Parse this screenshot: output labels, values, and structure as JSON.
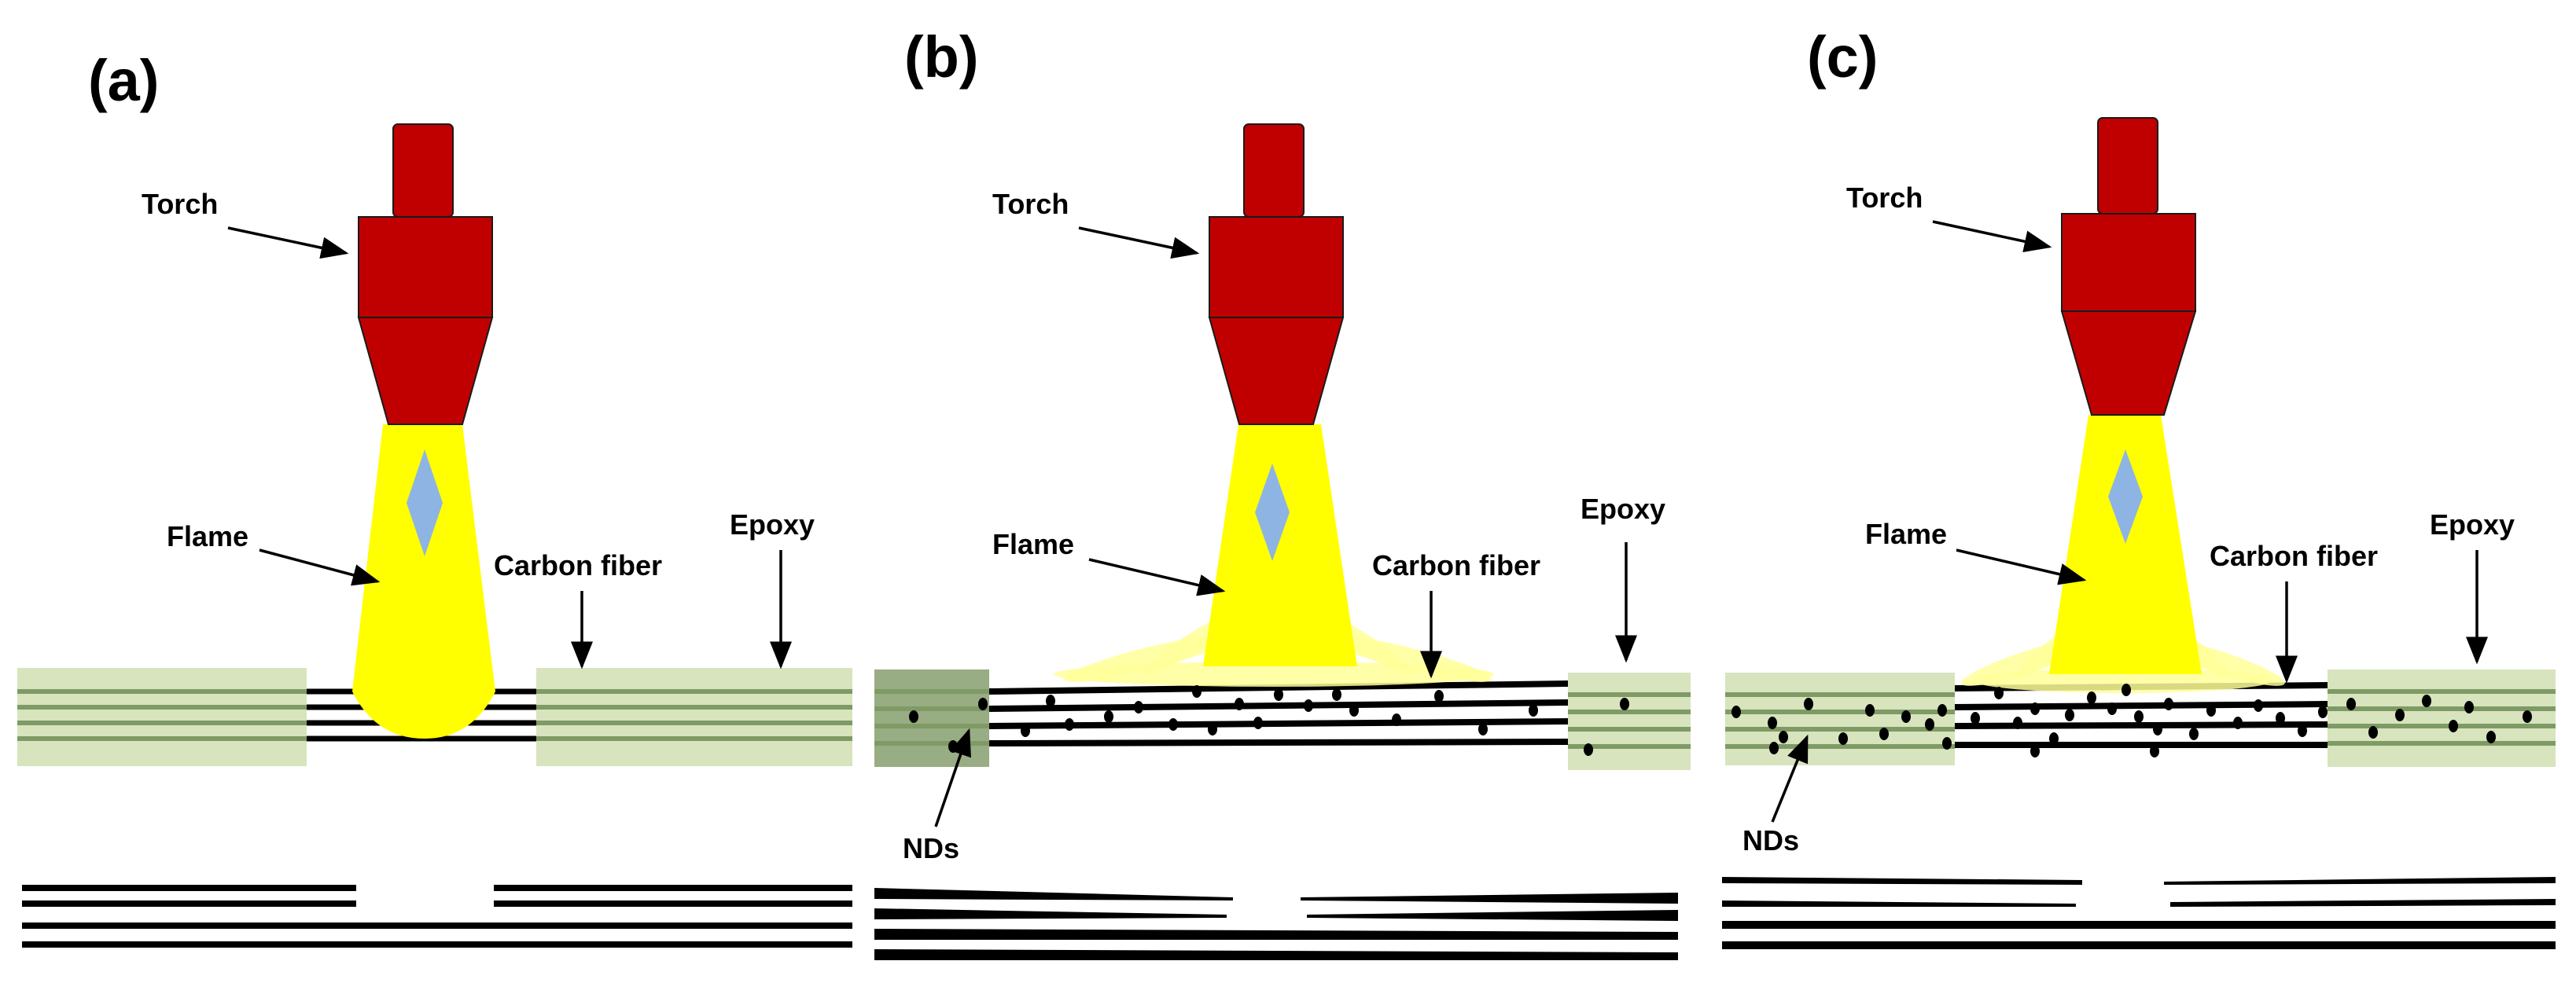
{
  "colors": {
    "torch": "#c00000",
    "flame": "#ffff00",
    "flame_core": "#8eb4e3",
    "flame_splash": "#ffff99",
    "epoxy": "#d7e4bd",
    "epoxy_line": "#7f9a65",
    "epoxy_dark": "#98ad83",
    "fiber": "#000000",
    "nd": "#000000"
  },
  "panels": [
    {
      "letter": "(a)",
      "labels": {
        "torch": "Torch",
        "flame": "Flame",
        "carbon_fiber": "Carbon fiber",
        "epoxy": "Epoxy"
      }
    },
    {
      "letter": "(b)",
      "labels": {
        "torch": "Torch",
        "flame": "Flame",
        "carbon_fiber": "Carbon fiber",
        "epoxy": "Epoxy",
        "nds": "NDs"
      }
    },
    {
      "letter": "(c)",
      "labels": {
        "torch": "Torch",
        "flame": "Flame",
        "carbon_fiber": "Carbon fiber",
        "epoxy": "Epoxy",
        "nds": "NDs"
      }
    }
  ]
}
